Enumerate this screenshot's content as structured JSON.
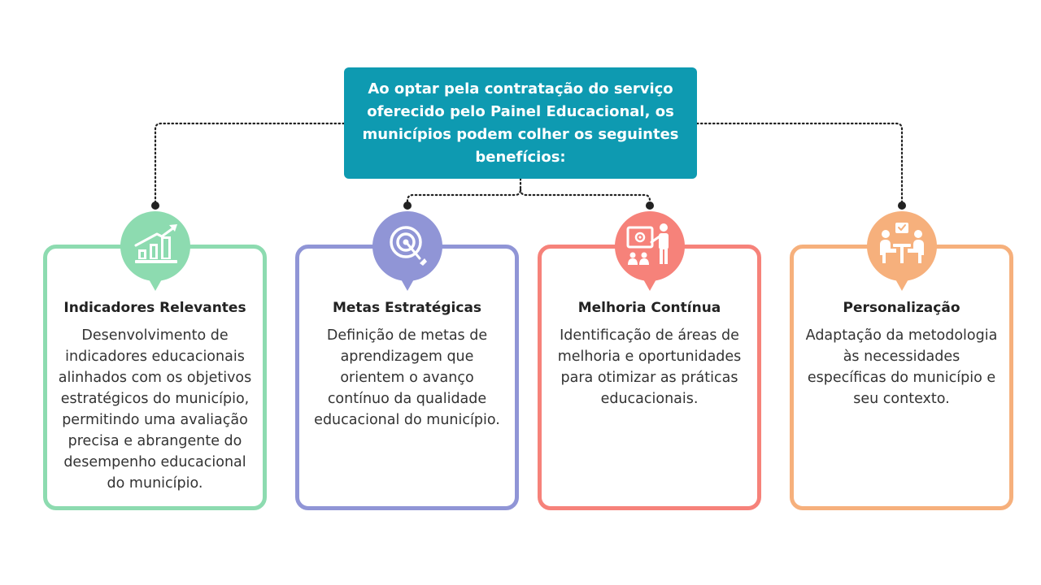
{
  "header": {
    "text": "Ao optar pela contratação do serviço oferecido pelo Painel Educacional, os municípios podem colher os seguintes benefícios:"
  },
  "cards": [
    {
      "title": "Indicadores Relevantes",
      "description": "Desenvolvimento de indicadores educacionais alinhados com os objetivos estratégicos do município, permitindo uma avaliação precisa e abrangente do desempenho educacional do município.",
      "color": "#8ddbb0",
      "icon": "growth-chart-icon"
    },
    {
      "title": "Metas Estratégicas",
      "description": "Definição de metas de aprendizagem que orientem o avanço contínuo da qualidade educacional do município.",
      "color": "#9095d6",
      "icon": "target-icon"
    },
    {
      "title": "Melhoria Contínua",
      "description": "Identificação de áreas de melhoria e oportunidades para otimizar as práticas educacionais.",
      "color": "#f6827a",
      "icon": "presentation-icon"
    },
    {
      "title": "Personalização",
      "description": "Adaptação da metodologia às necessidades específicas do município e seu contexto.",
      "color": "#f6b07c",
      "icon": "meeting-icon"
    }
  ]
}
